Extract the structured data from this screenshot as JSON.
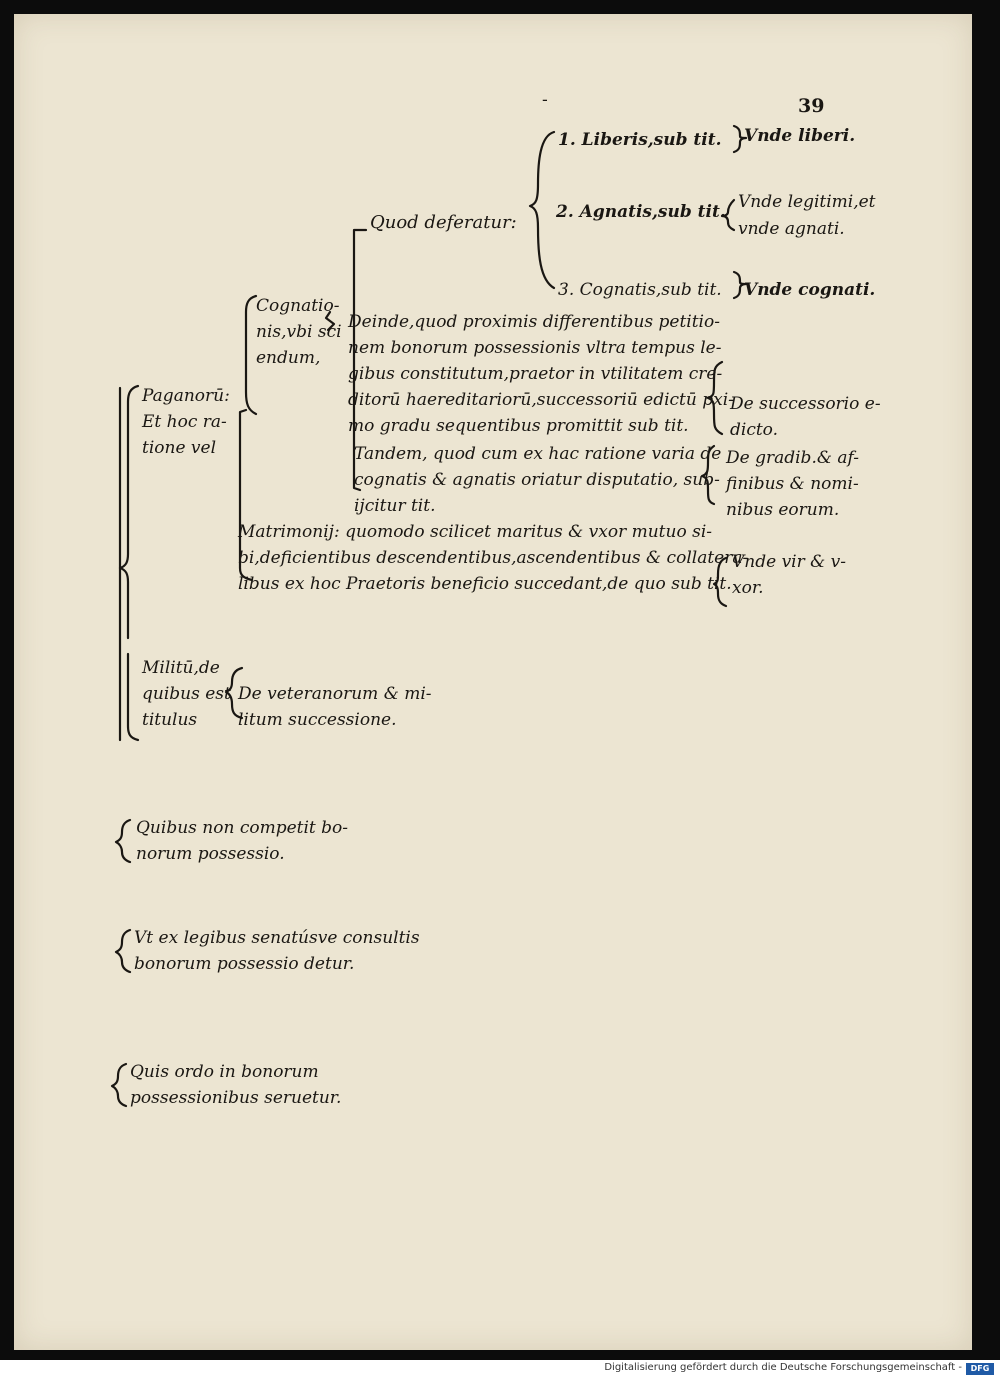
{
  "page": {
    "number": "39",
    "top_mark": "-",
    "quod_deferatur": "Quod deferatur:",
    "lines": {
      "liberis": "1. Liberis,sub tit.",
      "agnatis": "2. Agnatis,sub tit.",
      "cognatis": "3. Cognatis,sub tit.",
      "vnde_liberi": "Vnde liberi.",
      "vnde_legitimi_1": "Vnde legitimi,et",
      "vnde_legitimi_2": "vnde agnati.",
      "vnde_cognati": "Vnde cognati."
    },
    "cognationis": [
      "Cognatio-",
      "nis,vbi sci",
      "endum,"
    ],
    "paganorum": [
      "Paganorū:",
      "Et hoc ra-",
      "tione vel"
    ],
    "deinde": [
      "Deinde,quod proximis differentibus petitio-",
      "nem bonorum possessionis vltra tempus le-",
      "gibus constitutum,praetor in vtilitatem cre-",
      "ditorū haereditariorū,successoriū edictū pxi-",
      "mo gradu sequentibus promittit sub tit."
    ],
    "de_successorio": [
      "De successorio e-",
      "dicto."
    ],
    "tandem": [
      "Tandem, quod cum ex hac ratione varia de",
      "cognatis & agnatis oriatur disputatio, sub-",
      "ijcitur tit."
    ],
    "de_gradibus": [
      "De gradib.& af-",
      "finibus & nomi-",
      "nibus eorum."
    ],
    "matrimonij": [
      "Matrimonij: quomodo scilicet maritus & vxor mutuo si-",
      "bi,deficientibus descendentibus,ascendentibus & collatera-",
      "libus ex hoc Praetoris beneficio succedant,de quo sub tit."
    ],
    "vnde_vir": [
      "Vnde vir & v-",
      "xor."
    ],
    "militum": [
      "Militū,de",
      "quibus est",
      "titulus"
    ],
    "de_veteranorum": [
      "De veteranorum & mi-",
      "litum successione."
    ],
    "quibus_non": [
      "Quibus non competit bo-",
      "norum possessio."
    ],
    "vt_ex_legibus": [
      "Vt ex legibus senatúsve consultis",
      "bonorum possessio detur."
    ],
    "quis_ordo": [
      "Quis ordo in bonorum",
      "possessionibus seruetur."
    ]
  },
  "footer": {
    "text": "Digitalisierung gefördert durch die Deutsche Forschungsgemeinschaft -",
    "logo": "DFG"
  }
}
